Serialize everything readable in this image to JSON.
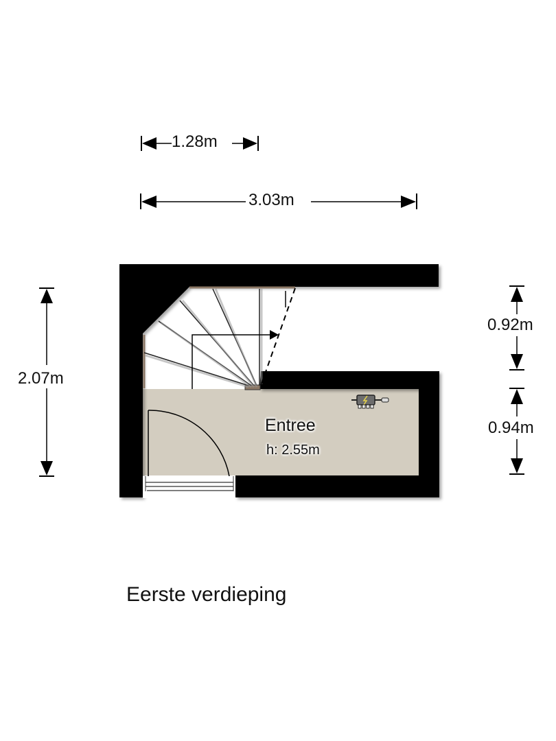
{
  "floor": {
    "title": "Eerste verdieping"
  },
  "rooms": [
    {
      "name": "Entree",
      "height_label": "h: 2.55m",
      "floor_color": "#d3cdc0"
    }
  ],
  "dimensions": {
    "top_short": "1.28m",
    "top_long": "3.03m",
    "left_total": "2.07m",
    "right_upper": "0.92m",
    "right_lower": "0.94m"
  },
  "elements": {
    "staircase": "winding-staircase",
    "door": "entrance-door-swing",
    "meter_box": "electric-meter-icon"
  },
  "colors": {
    "wall": "#000000",
    "floor": "#d3cdc0",
    "stair_trim": "#8b7765",
    "background": "#ffffff"
  }
}
